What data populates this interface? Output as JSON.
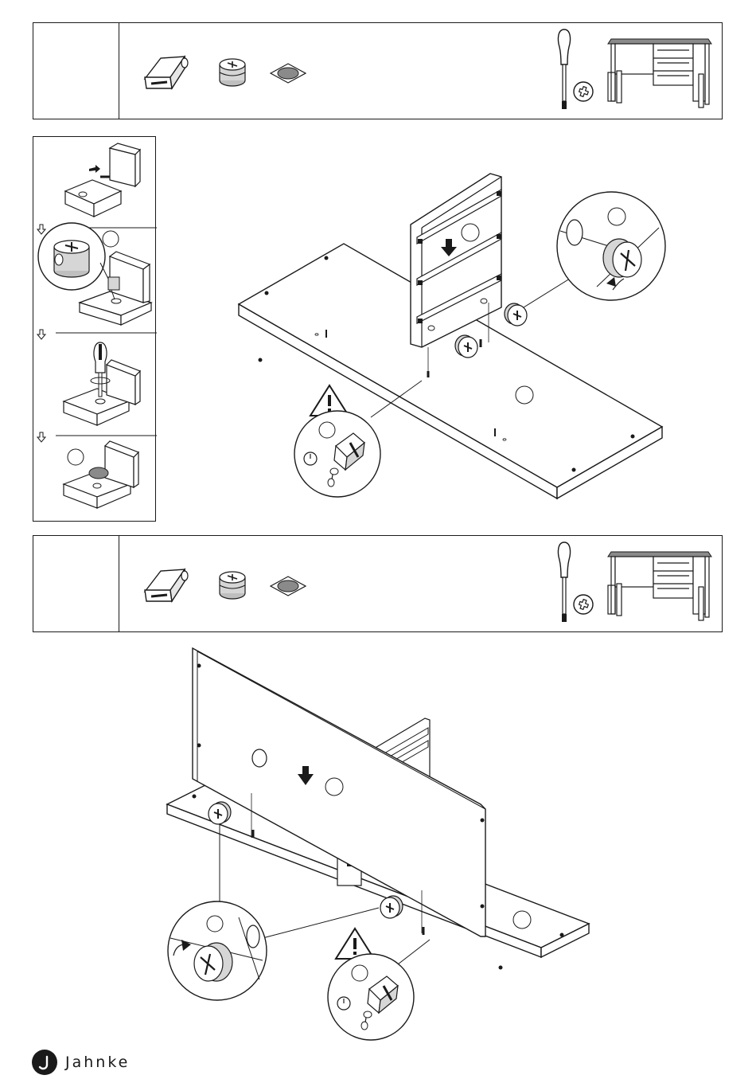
{
  "brand": {
    "name": "Jahnke",
    "logo_letter": "J"
  },
  "steps": [
    {
      "parts": [
        "cam-lock-housing-icon",
        "cam-lock-icon",
        "cover-cap-icon"
      ],
      "tools": [
        "screwdriver-icon",
        "phillips-head-icon"
      ],
      "product": "desk-icon"
    },
    {
      "parts": [
        "cam-lock-housing-icon",
        "cam-lock-icon",
        "cover-cap-icon"
      ],
      "tools": [
        "screwdriver-icon",
        "phillips-head-icon"
      ],
      "product": "desk-icon"
    }
  ],
  "sub_steps": [
    "insert-bolt",
    "insert-cam-lock",
    "tighten-screw",
    "attach-cover-cap"
  ],
  "colors": {
    "ink": "#1a1a1a",
    "cap_grey": "#8a8a8a",
    "panel_grey": "#d6d6d6",
    "panel_dark": "#bfbfbf"
  }
}
